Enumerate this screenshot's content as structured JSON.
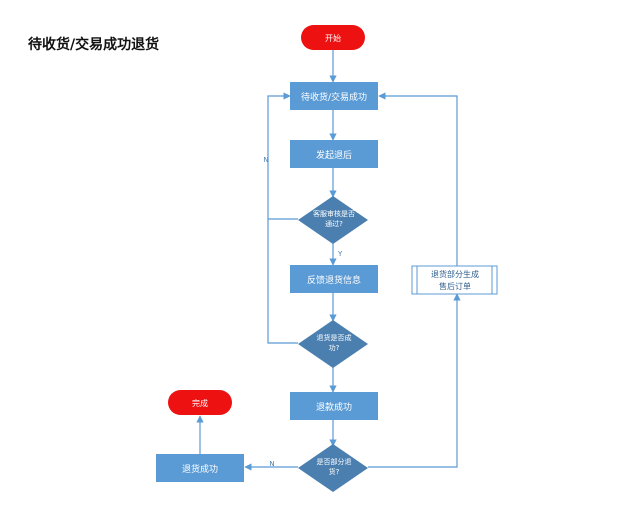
{
  "title": "待收货/交易成功退货",
  "colors": {
    "process": "#5b9bd5",
    "terminal": "#ee1111",
    "line": "#5b9bd5",
    "text_light": "#ffffff"
  },
  "nodes": {
    "start": "开始",
    "s1": "待收货/交易成功",
    "s2": "发起退后",
    "d1_line1": "客服审核是否",
    "d1_line2": "通过?",
    "s3": "反馈退货信息",
    "d2_line1": "退货是否成",
    "d2_line2": "功?",
    "s4": "退款成功",
    "d3_line1": "是否部分退",
    "d3_line2": "货?",
    "s5": "退货成功",
    "end": "完成",
    "side_line1": "退货部分生成",
    "side_line2": "售后订单"
  },
  "edge_labels": {
    "n1": "N",
    "y1": "Y",
    "n2": "N"
  }
}
